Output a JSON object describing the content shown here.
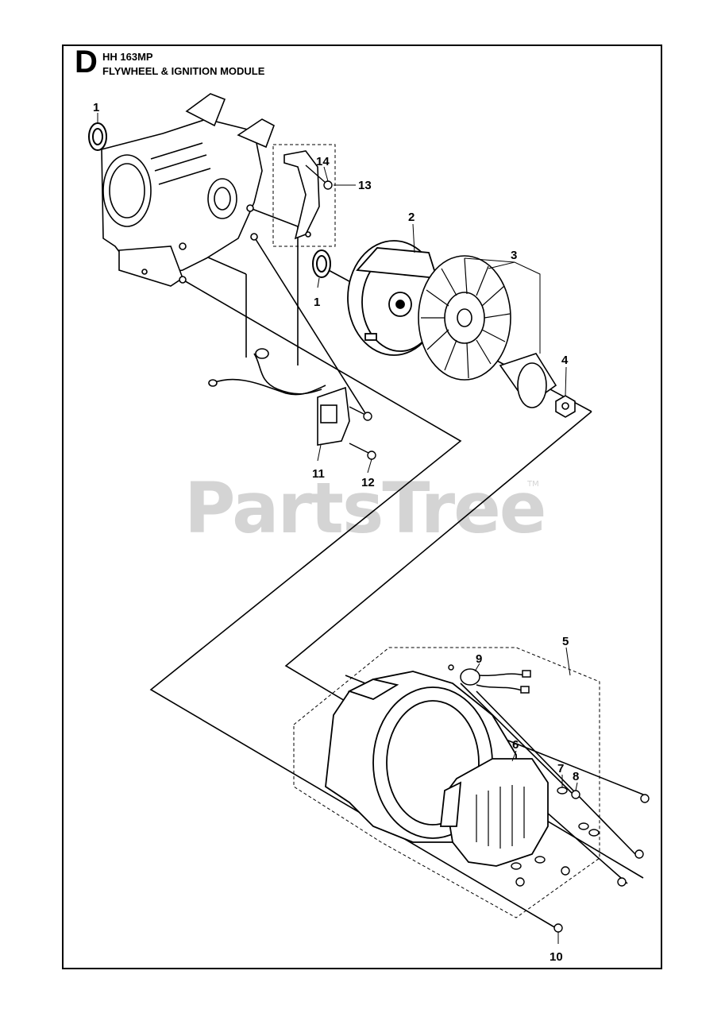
{
  "header": {
    "section_letter": "D",
    "model": "HH 163MP",
    "title": "FLYWHEEL & IGNITION MODULE"
  },
  "watermark": {
    "text": "PartsTree",
    "tm": "TM"
  },
  "callouts": {
    "c1_top": "1",
    "c1_seal": "1",
    "c2": "2",
    "c3": "3",
    "c4": "4",
    "c5": "5",
    "c6": "6",
    "c7": "7",
    "c8": "8",
    "c9": "9",
    "c10": "10",
    "c11": "11",
    "c12": "12",
    "c13": "13",
    "c14": "14"
  }
}
